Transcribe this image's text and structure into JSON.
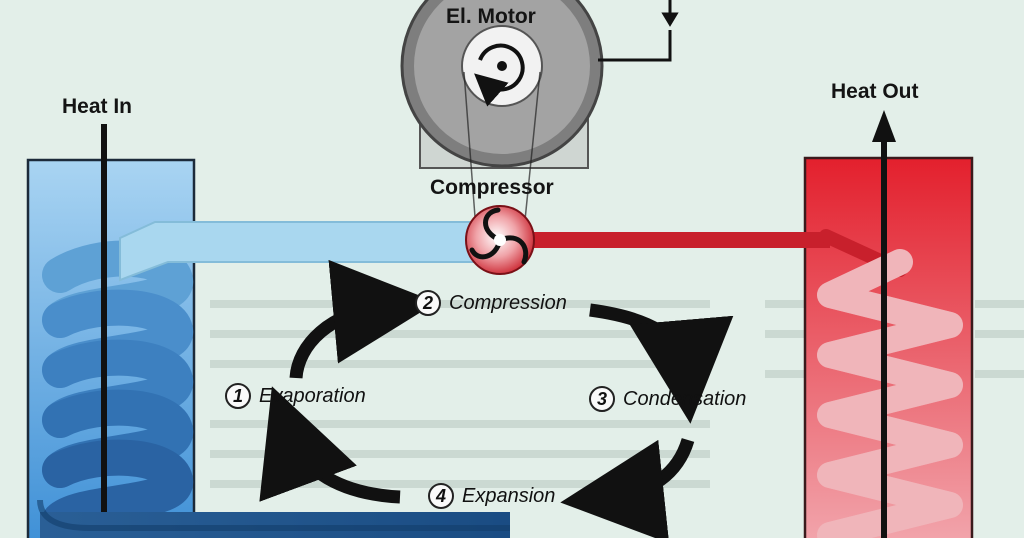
{
  "labels": {
    "motor": "El. Motor",
    "compressor": "Compressor",
    "heat_in": "Heat In",
    "heat_out": "Heat Out"
  },
  "steps": [
    {
      "num": "1",
      "label": "Evaporation"
    },
    {
      "num": "2",
      "label": "Compression"
    },
    {
      "num": "3",
      "label": "Condensation"
    },
    {
      "num": "4",
      "label": "Expansion"
    }
  ],
  "colors": {
    "background": "#e3efe9",
    "cold_tank": "#4fa3de",
    "warm_tank": "#df2a35",
    "cold_pipe": "#a9d7ef",
    "hot_pipe": "#c8202c",
    "motor_gray": "#8f8f8f",
    "arrow": "#111111"
  }
}
